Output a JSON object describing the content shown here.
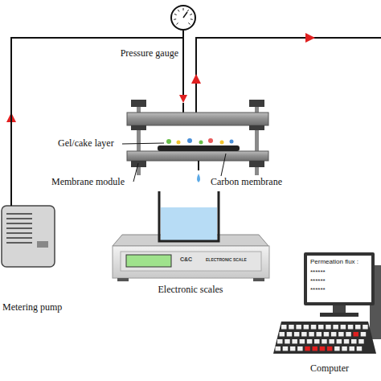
{
  "diagram": {
    "nodes": [
      {
        "text": [
          "Metering pump"
        ]
      },
      {
        "text": [
          "Pressure gauge"
        ]
      },
      {
        "text": [
          "Membrane module"
        ]
      },
      {
        "text": [
          "Electronic scales"
        ]
      },
      {
        "text": [
          "Permeation flux :",
          "******",
          "******",
          "******",
          "Computer"
        ]
      }
    ],
    "edges": [
      {
        "from": 0,
        "to": 2,
        "arrow": "to"
      }
    ],
    "labels": [
      "Gel/cake layer",
      "Carbon membrane",
      "C&C",
      "ELECTRONIC SCALE"
    ]
  }
}
